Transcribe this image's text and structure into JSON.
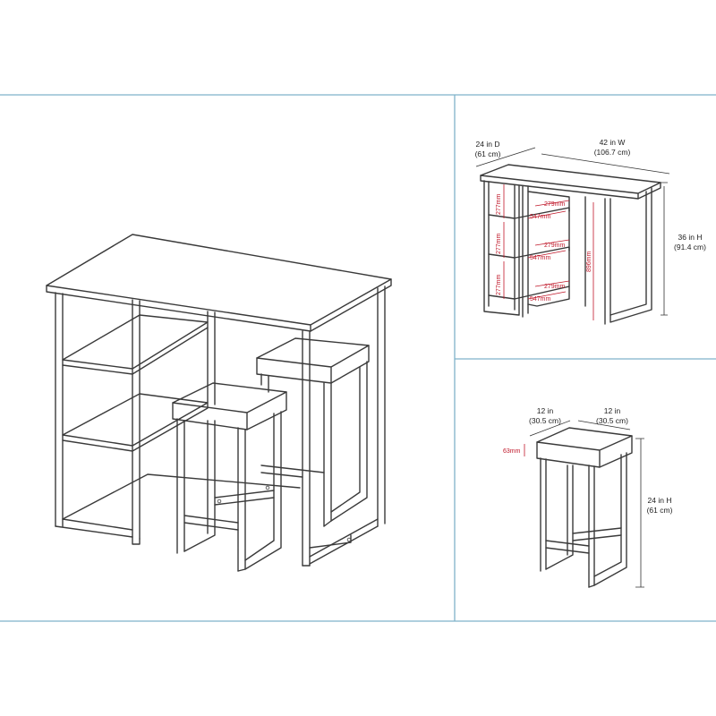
{
  "table_dims": {
    "depth_in": "24 in D",
    "depth_cm": "(61 cm)",
    "width_in": "42 in W",
    "width_cm": "(106.7 cm)",
    "height_in": "36 in H",
    "height_cm": "(91.4 cm)",
    "shelf_height_1": "277mm",
    "shelf_height_2": "277mm",
    "shelf_height_3": "277mm",
    "shelf_depth_1": "279mm",
    "shelf_depth_2": "279mm",
    "shelf_depth_3": "279mm",
    "shelf_width_1": "547mm",
    "shelf_width_2": "547mm",
    "shelf_width_3": "547mm",
    "inner_height": "896mm"
  },
  "stool_dims": {
    "width_in": "12 in",
    "width_cm": "(30.5 cm)",
    "depth_in": "12 in",
    "depth_cm": "(30.5 cm)",
    "height_in": "24 in H",
    "height_cm": "(61 cm)",
    "cushion": "63mm"
  },
  "colors": {
    "frame": "#7fb2c9",
    "line": "#3a3a3a",
    "accent": "#c0182a"
  }
}
